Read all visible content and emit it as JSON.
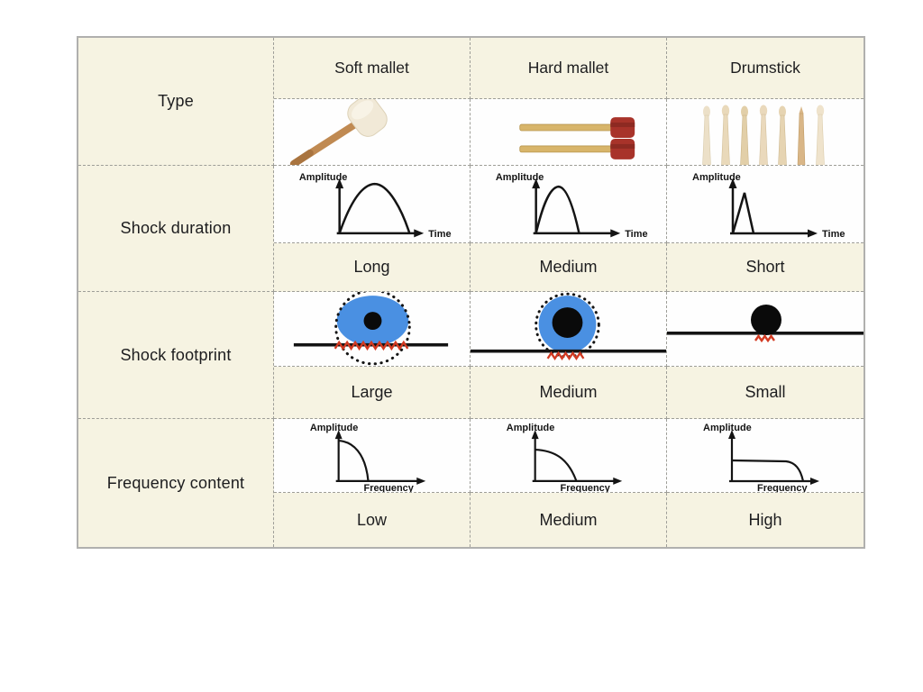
{
  "table": {
    "type_label": "Type",
    "columns": [
      "Soft mallet",
      "Hard mallet",
      "Drumstick"
    ],
    "rows": [
      {
        "label": "Shock duration",
        "values": [
          "Long",
          "Medium",
          "Short"
        ]
      },
      {
        "label": "Shock footprint",
        "values": [
          "Large",
          "Medium",
          "Small"
        ]
      },
      {
        "label": "Frequency content",
        "values": [
          "Low",
          "Medium",
          "High"
        ]
      }
    ],
    "axis": {
      "amplitude": "Amplitude",
      "time": "Time",
      "frequency": "Frequency"
    },
    "colors": {
      "cell_cream": "#f6f3e2",
      "cell_white": "#fefefe",
      "border_gray": "#9e9e98",
      "membrane_blue": "#4a90e2",
      "contact_red": "#d23a22",
      "ink": "#141414"
    },
    "figures": {
      "type_images": [
        "soft felt mallet",
        "pair of hard mallets",
        "seven drumsticks"
      ],
      "shock_duration_curves": [
        "wide rounded pulse",
        "medium rounded pulse",
        "narrow sharp spike"
      ],
      "shock_footprint": [
        "large blue contact circle with dotted outline",
        "medium blue contact circle with dotted outline",
        "small black ball contact"
      ],
      "frequency_curves": [
        "high amplitude narrow band",
        "medium amplitude medium band",
        "low amplitude wide band"
      ]
    }
  }
}
